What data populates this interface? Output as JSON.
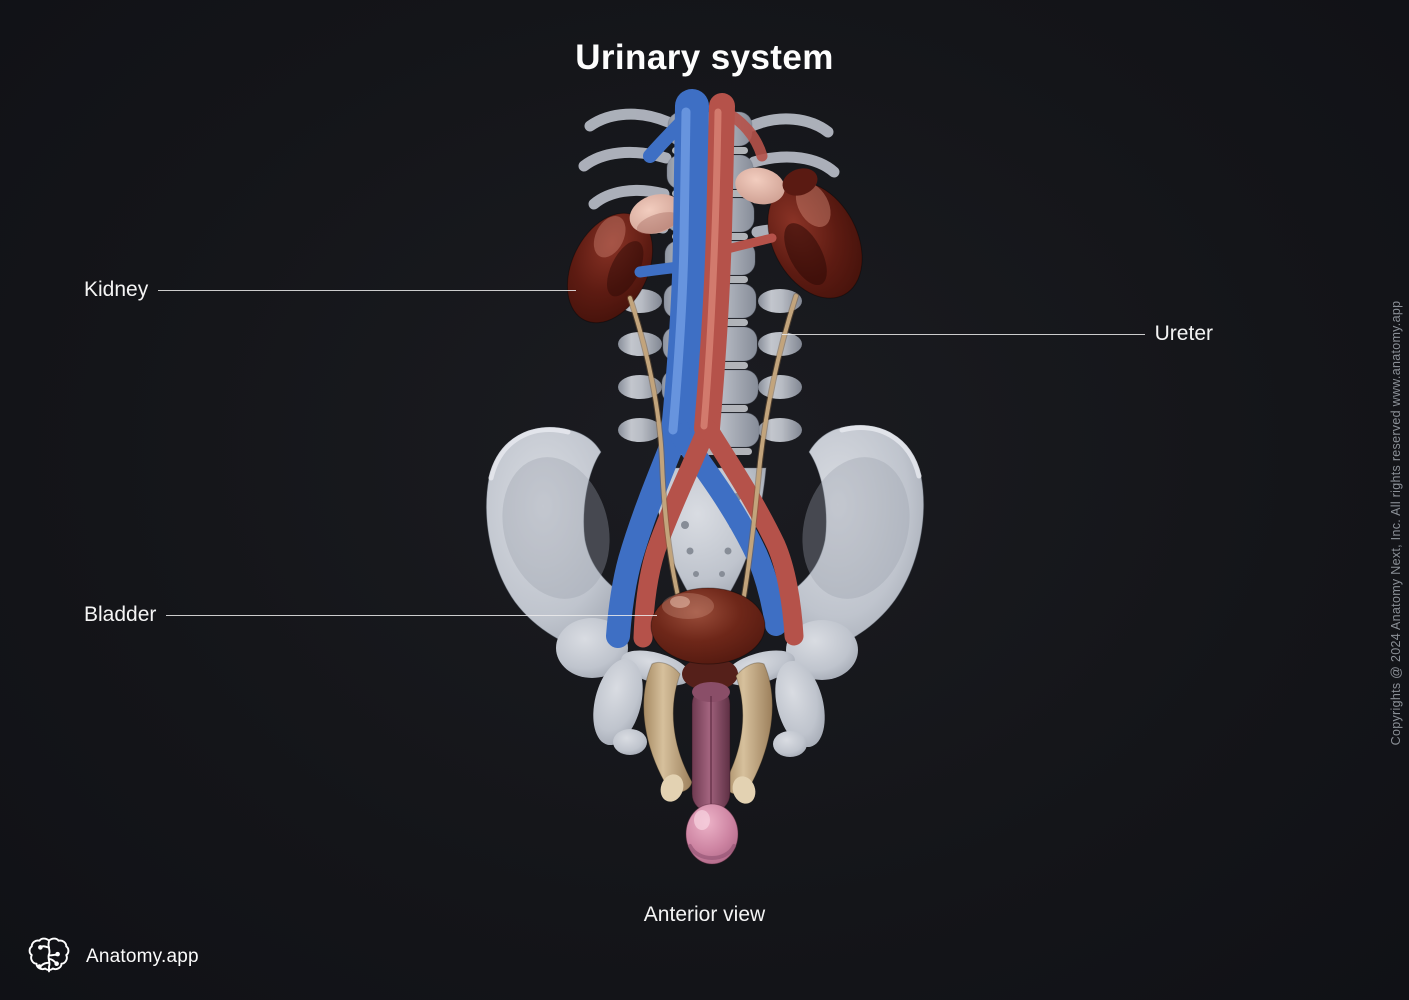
{
  "title": "Urinary system",
  "caption": "Anterior view",
  "labels": {
    "kidney": "Kidney",
    "ureter": "Ureter",
    "bladder": "Bladder"
  },
  "brand": {
    "name": "Anatomy.app"
  },
  "copyright": "Copyrights @ 2024 Anatomy Next, Inc. All rights reserved www.anatomy.app",
  "illustration": {
    "view": "anterior",
    "parts": [
      "spine",
      "ribs",
      "pelvis",
      "sacrum",
      "left-kidney",
      "right-kidney",
      "adrenal-glands",
      "inferior-vena-cava",
      "abdominal-aorta",
      "iliac-vessels",
      "ureters",
      "bladder",
      "penis"
    ]
  },
  "colors": {
    "background": "#141519",
    "text": "#ffffff",
    "muted_text": "#8b9097",
    "leader_line": "#ececec",
    "bone": "#c3c8d1",
    "kidney": "#5c1d15",
    "adrenal": "#e4b5a7",
    "vein": "#4d7fd2",
    "artery": "#c25a50",
    "ureter": "#c2a47c",
    "bladder": "#6e2519",
    "penis_shaft": "#96566f",
    "glans": "#d690ab",
    "crura": "#cdb691"
  }
}
